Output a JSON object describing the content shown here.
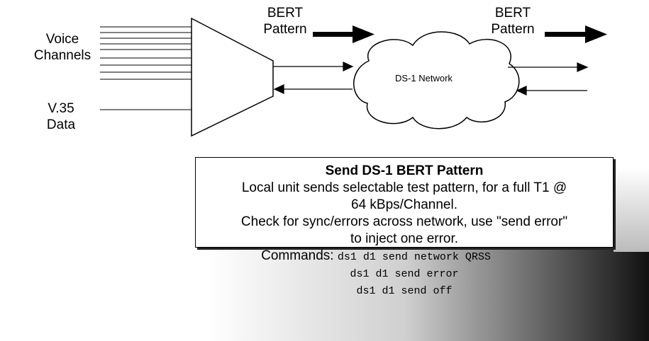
{
  "labels": {
    "voice_line1": "Voice",
    "voice_line2": "Channels",
    "data_line1": "V.35",
    "data_line2": "Data",
    "bert_left_line1": "BERT",
    "bert_left_line2": "Pattern",
    "bert_right_line1": "BERT",
    "bert_right_line2": "Pattern",
    "cloud": "DS-1 Network"
  },
  "info_box": {
    "title": "Send DS-1 BERT Pattern",
    "line1": "Local unit sends selectable test pattern, for a full T1 @",
    "line2": "64 kBps/Channel.",
    "line3": "Check for sync/errors across network, use \"send error\"",
    "line4": "to inject one error.",
    "commands_label": "Commands:",
    "cmd1": "ds1 d1 send network QRSS",
    "cmd2": "ds1 d1 send error",
    "cmd3": "ds1 d1 send off"
  },
  "colors": {
    "stroke": "#000000",
    "background": "#ffffff"
  }
}
